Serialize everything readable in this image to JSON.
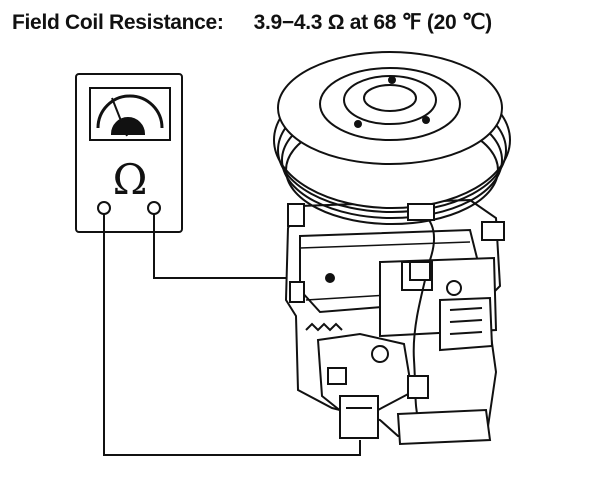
{
  "title": {
    "label": "Field Coil Resistance:",
    "spec": "3.9−4.3 Ω at 68 ℉ (20 ℃)"
  },
  "meter": {
    "symbol": "Ω",
    "icon": "ohmmeter-icon"
  },
  "component": {
    "icon": "ac-compressor-icon"
  }
}
